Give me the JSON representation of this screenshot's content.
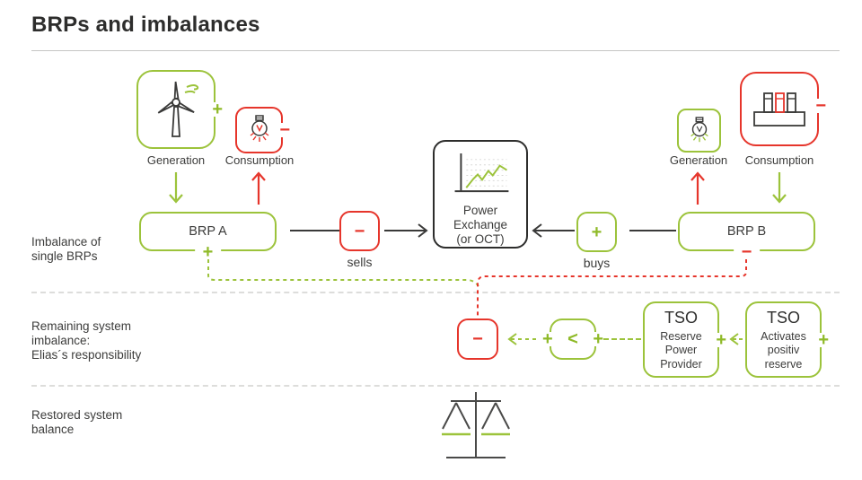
{
  "title": "BRPs and imbalances",
  "colors": {
    "green": "#9cc33b",
    "red": "#e6352b",
    "dark": "#3c3c3b",
    "box_dark": "#2d2d2c",
    "separator": "#dddddb"
  },
  "row_labels": {
    "row1": [
      "Imbalance of",
      "single BRPs"
    ],
    "row2": [
      "Remaining system",
      "imbalance:",
      "Elias´s responsibility"
    ],
    "row3": [
      "Restored system",
      "balance"
    ]
  },
  "left": {
    "generation_label": "Generation",
    "generation_sign": "+",
    "consumption_label": "Consumption",
    "consumption_sign": "−"
  },
  "right": {
    "generation_label": "Generation",
    "consumption_label": "Consumption",
    "consumption_sign": "−"
  },
  "brp_a": {
    "label": "BRP A",
    "sign": "+"
  },
  "brp_b": {
    "label": "BRP B",
    "sign": "−"
  },
  "sells": {
    "sign": "−",
    "label": "sells"
  },
  "buys": {
    "sign": "+",
    "label": "buys"
  },
  "power_exchange": {
    "lines": [
      "Power",
      "Exchange",
      "(or OCT)"
    ]
  },
  "system_minus": {
    "sign": "−"
  },
  "comparator": {
    "left_sign": "+",
    "symbol": "<",
    "right_sign": "+"
  },
  "tso_reserve": {
    "title": "TSO",
    "lines": [
      "Reserve",
      "Power",
      "Provider"
    ],
    "sign": "+"
  },
  "tso_activates": {
    "title": "TSO",
    "lines": [
      "Activates",
      "positiv",
      "reserve"
    ],
    "sign": "+"
  }
}
